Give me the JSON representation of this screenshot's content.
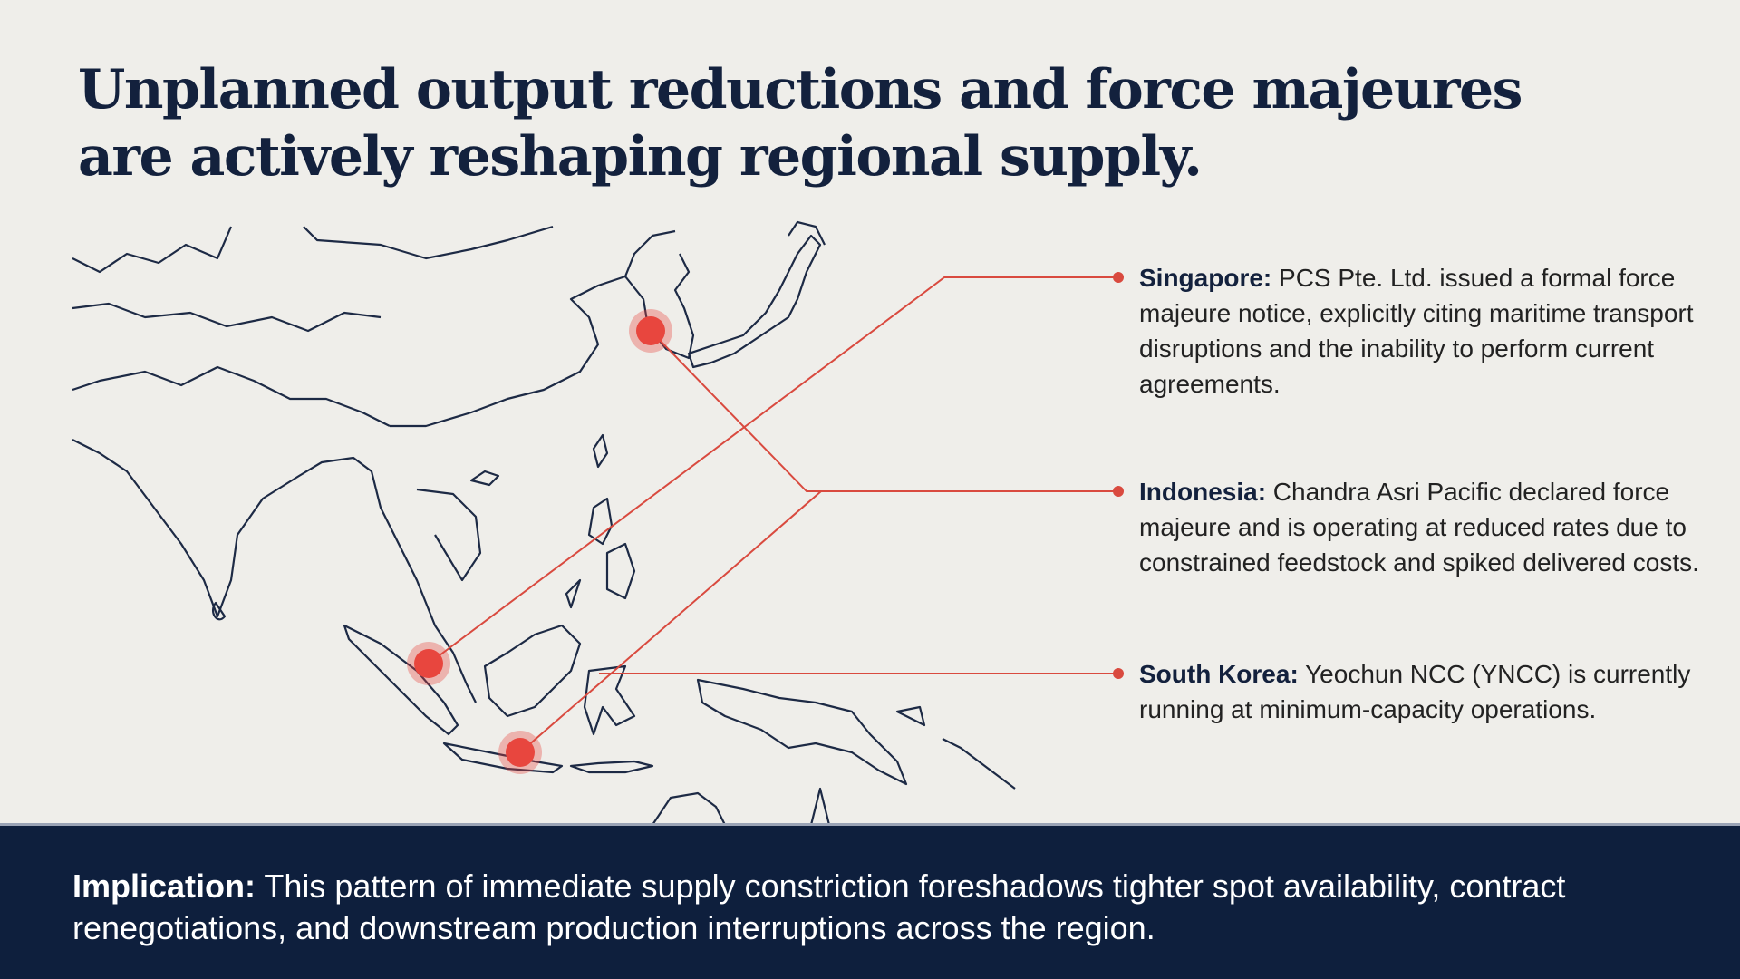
{
  "title": "Unplanned output reductions and force majeures are actively reshaping regional supply.",
  "colors": {
    "accent": "#d94a3f",
    "navy": "#0e1f3d",
    "background": "#efeeea"
  },
  "callouts": [
    {
      "label": "Singapore:",
      "text": "PCS Pte. Ltd. issued a formal force majeure notice, explicitly citing maritime transport disruptions and the inability to perform current agreements."
    },
    {
      "label": "Indonesia:",
      "text": "Chandra Asri Pacific declared force majeure and is operating at reduced rates due to constrained feedstock and spiked delivered costs."
    },
    {
      "label": "South Korea:",
      "text": "Yeochun NCC (YNCC) is currently running at minimum-capacity operations."
    }
  ],
  "footer": {
    "label": "Implication:",
    "text": "This pattern of immediate supply constriction foreshadows tighter spot availability, contract renegotiations, and downstream production interruptions across the region."
  }
}
